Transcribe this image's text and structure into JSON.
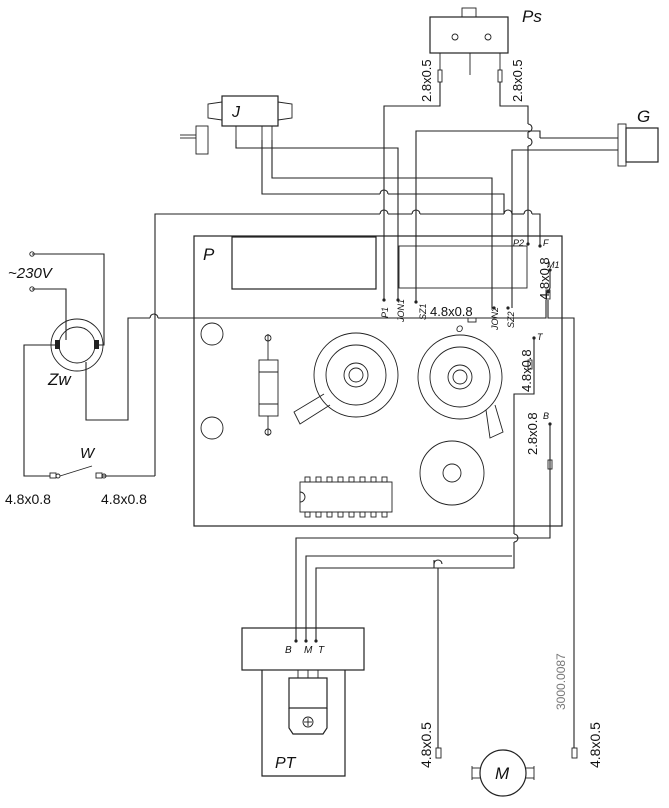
{
  "components": {
    "p": "P",
    "pt": "PT",
    "j": "J",
    "g": "G",
    "ps": "Ps",
    "zw": "Zw",
    "w": "W",
    "m": "M"
  },
  "supply": "~230V",
  "terminals": {
    "p1": "P1",
    "jon1": "JON1",
    "sz1": "SZ1",
    "jon2": "JON2",
    "sz2": "SZ2",
    "p2": "P2",
    "f": "F",
    "m1": "M1",
    "o": "O",
    "t": "T",
    "b": "B",
    "pt_b": "B",
    "pt_m": "M",
    "pt_t": "T"
  },
  "connectors": {
    "ps_left": "2.8x0.5",
    "ps_right": "2.8x0.5",
    "pcb_o": "4.8x0.8",
    "pcb_m1": "4.8x0.8",
    "pcb_t": "4.8x0.8",
    "pcb_b": "2.8x0.8",
    "switch_left": "4.8x0.8",
    "switch_right": "4.8x0.8",
    "motor_left": "4.8x0.5",
    "motor_right": "4.8x0.5"
  },
  "part_number": "3000.0087"
}
